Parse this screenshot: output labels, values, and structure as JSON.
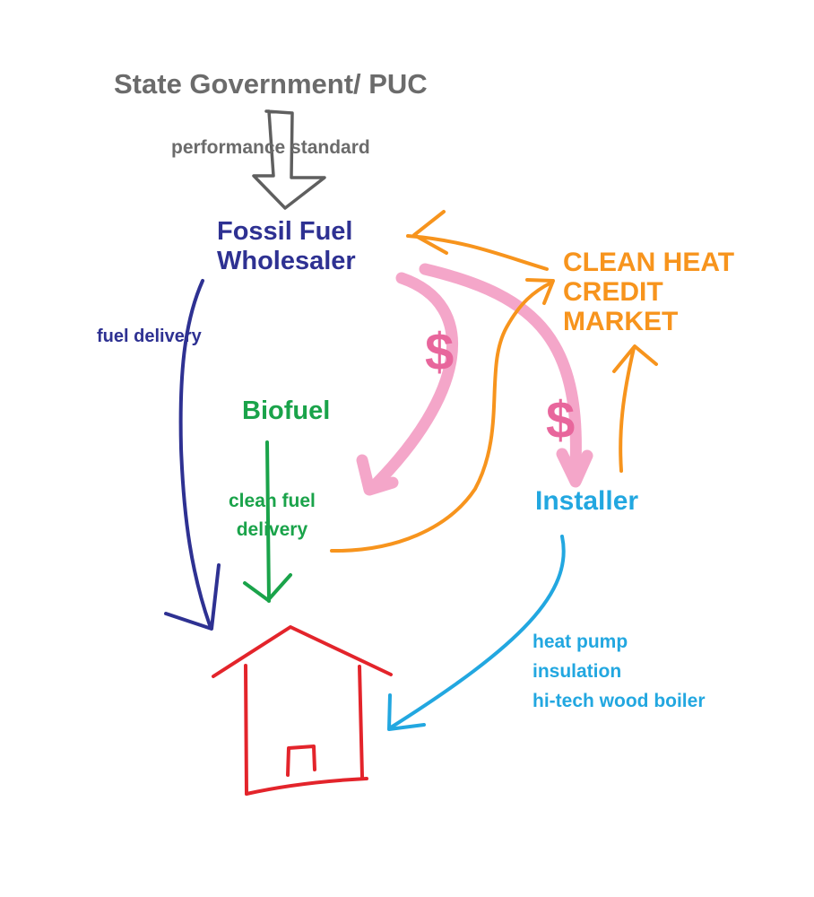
{
  "nodes": {
    "state_government": "State Government/ PUC",
    "fossil_fuel_wholesaler": [
      "Fossil Fuel",
      "Wholesaler"
    ],
    "clean_heat_credit_market": [
      "CLEAN HEAT",
      "CREDIT",
      "MARKET"
    ],
    "biofuel": "Biofuel",
    "installer": "Installer"
  },
  "edges": {
    "performance_standard": "performance standard",
    "fuel_delivery": "fuel delivery",
    "clean_fuel_delivery": [
      "clean fuel",
      "delivery"
    ],
    "installer_services": [
      "heat pump",
      "insulation",
      "hi-tech wood boiler"
    ],
    "payment_symbol_1": "$",
    "payment_symbol_2": "$"
  },
  "colors": {
    "government": "#6b6b6b",
    "wholesaler": "#2e3192",
    "credit_market": "#f7941d",
    "biofuel": "#1aa34a",
    "installer": "#22a7e0",
    "money": "#f4a6c9",
    "house": "#e3242b"
  },
  "icons": {
    "house": "house-icon"
  }
}
